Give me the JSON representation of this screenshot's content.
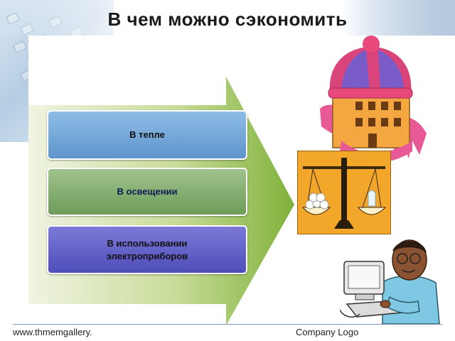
{
  "slide": {
    "title": "В чем можно сэкономить",
    "items": [
      {
        "label": "В тепле"
      },
      {
        "label": "В освещении"
      },
      {
        "label": "В использовании электроприборов"
      }
    ]
  },
  "footer": {
    "website": "www.thmemgallery.",
    "logo_text": "Company Logo"
  },
  "colors": {
    "arrow_light": "#e4eccc",
    "arrow_dark": "#7fb23a",
    "box_heat": "#6fa6d8",
    "box_light": "#83ad70",
    "box_devices": "#605ec8"
  },
  "icons": [
    "keyboard-background",
    "house-in-hat-clipart",
    "scales-clipart",
    "man-at-computer-clipart"
  ]
}
